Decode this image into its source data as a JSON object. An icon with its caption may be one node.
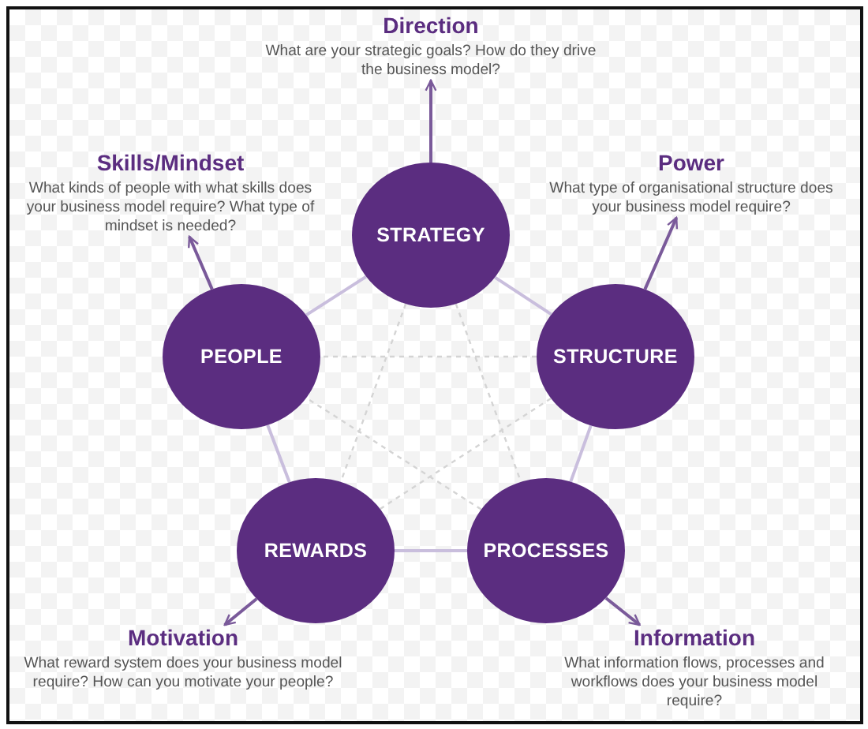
{
  "diagram": {
    "nodes": [
      {
        "text": [
          "STRATEGY"
        ]
      },
      {
        "text": [
          "STRUCTURE"
        ]
      },
      {
        "text": [
          "PROCESSES"
        ]
      },
      {
        "text": [
          "REWARDS"
        ]
      },
      {
        "text": [
          "PEOPLE"
        ]
      },
      {
        "text": [
          "Direction",
          "What are your strategic goals? How do they drive the business model?"
        ]
      },
      {
        "text": [
          "Power",
          "What type of organisational structure does your business model require?"
        ]
      },
      {
        "text": [
          "Information",
          "What information flows, processes and workflows does your business model require?"
        ]
      },
      {
        "text": [
          "Motivation",
          "What reward system does your business model require? How can you motivate your people?"
        ]
      },
      {
        "text": [
          "Skills/Mindset",
          "What kinds of people with what skills does your business model require? What type of mindset is needed?"
        ]
      }
    ],
    "edges": [
      {
        "from": 0,
        "to": 1,
        "arrow": "none"
      },
      {
        "from": 1,
        "to": 2,
        "arrow": "none"
      },
      {
        "from": 2,
        "to": 3,
        "arrow": "none"
      },
      {
        "from": 3,
        "to": 4,
        "arrow": "none"
      },
      {
        "from": 4,
        "to": 0,
        "arrow": "none"
      },
      {
        "from": 0,
        "to": 2,
        "arrow": "none",
        "style": "dashed",
        "color": "#d4d4d4"
      },
      {
        "from": 0,
        "to": 3,
        "arrow": "none",
        "style": "dashed",
        "color": "#d4d4d4"
      },
      {
        "from": 1,
        "to": 3,
        "arrow": "none",
        "style": "dashed",
        "color": "#d4d4d4"
      },
      {
        "from": 1,
        "to": 4,
        "arrow": "none",
        "style": "dashed",
        "color": "#d4d4d4"
      },
      {
        "from": 2,
        "to": 4,
        "arrow": "none",
        "style": "dashed",
        "color": "#d4d4d4"
      },
      {
        "from": 0,
        "to": 5,
        "arrow": "to",
        "color": "#7a5a9a"
      },
      {
        "from": 1,
        "to": 6,
        "arrow": "to",
        "color": "#7a5a9a"
      },
      {
        "from": 2,
        "to": 7,
        "arrow": "to",
        "color": "#7a5a9a"
      },
      {
        "from": 3,
        "to": 8,
        "arrow": "to",
        "color": "#7a5a9a"
      },
      {
        "from": 4,
        "to": 9,
        "arrow": "to",
        "color": "#7a5a9a"
      }
    ]
  }
}
